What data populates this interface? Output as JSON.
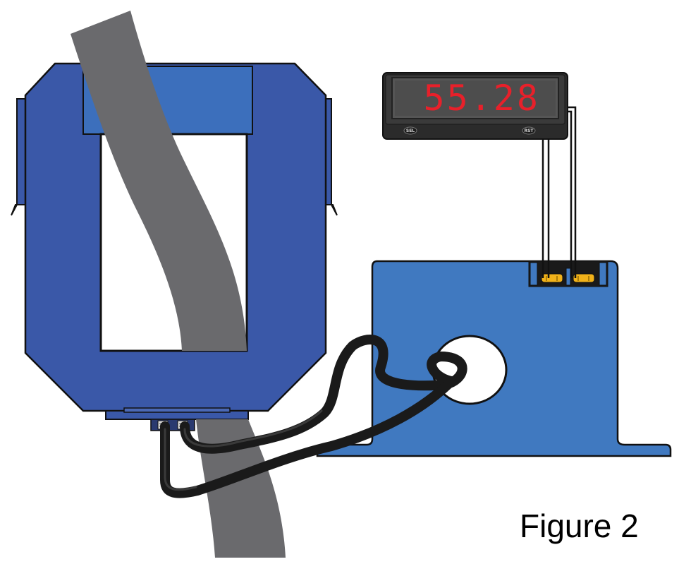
{
  "figure": {
    "caption": "Figure 2"
  },
  "meter": {
    "reading": "55.28",
    "buttons": [
      "SEL",
      "RST"
    ]
  },
  "colors": {
    "core_blue": "#3a58a8",
    "sensor_blue": "#4079c0",
    "conductor_gray": "#6a6a6d",
    "meter_body": "#2b2b2b",
    "display_segments": "#e8202a",
    "terminal_yellow": "#f1b21a",
    "cable_black": "#1a1a1a"
  },
  "icons": [
    "split-core-transformer-icon",
    "current-sensor-icon",
    "panel-meter-icon",
    "conductor-bar-icon"
  ]
}
